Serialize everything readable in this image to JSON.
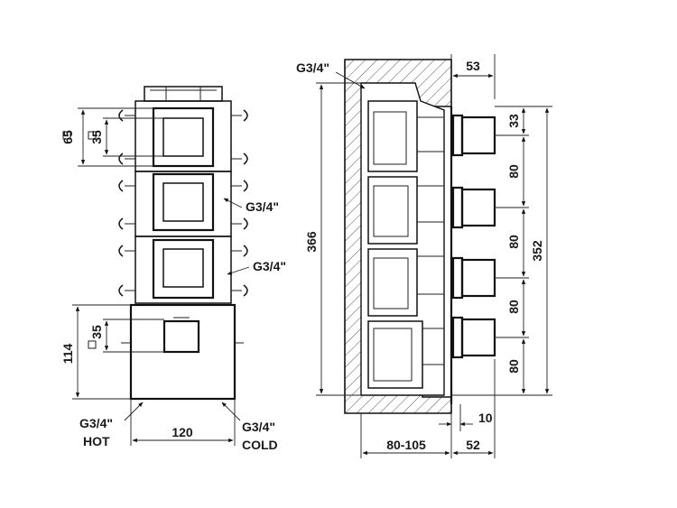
{
  "front_view": {
    "dim_65": "65",
    "dim_35_top": "35",
    "dim_35_bottom": "35",
    "dim_114": "114",
    "dim_120": "120",
    "thread_mid": "G3/4\"",
    "thread_lower": "G3/4\"",
    "hot_thread": "G3/4\"",
    "hot_label": "HOT",
    "cold_thread": "G3/4\"",
    "cold_label": "COLD"
  },
  "side_view": {
    "thread_top": "G3/4\"",
    "dim_53": "53",
    "dim_366": "366",
    "dim_33": "33",
    "dim_80_a": "80",
    "dim_80_b": "80",
    "dim_80_c": "80",
    "dim_80_d": "80",
    "dim_352": "352",
    "dim_10": "10",
    "dim_80_105": "80-105",
    "dim_52": "52"
  }
}
